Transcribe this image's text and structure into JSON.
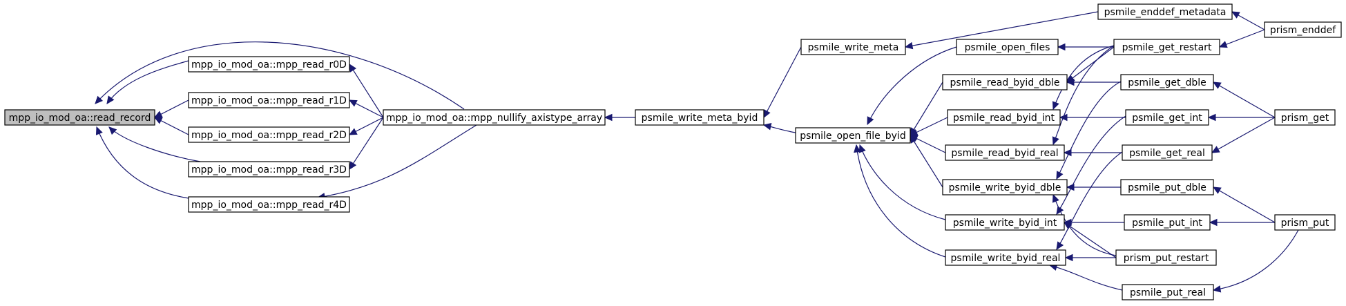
{
  "graph": {
    "nodes": [
      {
        "id": "read_record",
        "label": "mpp_io_mod_oa::read_record",
        "root": true
      },
      {
        "id": "r0D",
        "label": "mpp_io_mod_oa::mpp_read_r0D"
      },
      {
        "id": "r1D",
        "label": "mpp_io_mod_oa::mpp_read_r1D"
      },
      {
        "id": "r2D",
        "label": "mpp_io_mod_oa::mpp_read_r2D"
      },
      {
        "id": "r3D",
        "label": "mpp_io_mod_oa::mpp_read_r3D"
      },
      {
        "id": "r4D",
        "label": "mpp_io_mod_oa::mpp_read_r4D"
      },
      {
        "id": "nullify",
        "label": "mpp_io_mod_oa::mpp_nullify_axistype_array"
      },
      {
        "id": "meta_byid",
        "label": "psmile_write_meta_byid"
      },
      {
        "id": "write_meta",
        "label": "psmile_write_meta"
      },
      {
        "id": "open_file_byid",
        "label": "psmile_open_file_byid"
      },
      {
        "id": "enddef_metadata",
        "label": "psmile_enddef_metadata"
      },
      {
        "id": "open_files",
        "label": "psmile_open_files"
      },
      {
        "id": "read_dble",
        "label": "psmile_read_byid_dble"
      },
      {
        "id": "read_int",
        "label": "psmile_read_byid_int"
      },
      {
        "id": "read_real",
        "label": "psmile_read_byid_real"
      },
      {
        "id": "write_dble",
        "label": "psmile_write_byid_dble"
      },
      {
        "id": "write_int",
        "label": "psmile_write_byid_int"
      },
      {
        "id": "write_real",
        "label": "psmile_write_byid_real"
      },
      {
        "id": "get_restart",
        "label": "psmile_get_restart"
      },
      {
        "id": "get_dble",
        "label": "psmile_get_dble"
      },
      {
        "id": "get_int",
        "label": "psmile_get_int"
      },
      {
        "id": "get_real",
        "label": "psmile_get_real"
      },
      {
        "id": "put_dble",
        "label": "psmile_put_dble"
      },
      {
        "id": "put_int",
        "label": "psmile_put_int"
      },
      {
        "id": "put_restart",
        "label": "prism_put_restart"
      },
      {
        "id": "put_real",
        "label": "psmile_put_real"
      },
      {
        "id": "prism_enddef",
        "label": "prism_enddef"
      },
      {
        "id": "prism_get",
        "label": "prism_get"
      },
      {
        "id": "prism_put",
        "label": "prism_put"
      }
    ],
    "edges": [
      {
        "from": "r0D",
        "to": "read_record"
      },
      {
        "from": "r1D",
        "to": "read_record"
      },
      {
        "from": "r2D",
        "to": "read_record"
      },
      {
        "from": "r3D",
        "to": "read_record"
      },
      {
        "from": "r4D",
        "to": "read_record"
      },
      {
        "from": "nullify",
        "to": "read_record"
      },
      {
        "from": "nullify",
        "to": "r0D"
      },
      {
        "from": "nullify",
        "to": "r1D"
      },
      {
        "from": "nullify",
        "to": "r2D"
      },
      {
        "from": "nullify",
        "to": "r3D"
      },
      {
        "from": "nullify",
        "to": "r4D"
      },
      {
        "from": "meta_byid",
        "to": "nullify"
      },
      {
        "from": "write_meta",
        "to": "meta_byid"
      },
      {
        "from": "open_file_byid",
        "to": "meta_byid"
      },
      {
        "from": "enddef_metadata",
        "to": "write_meta"
      },
      {
        "from": "open_files",
        "to": "open_file_byid"
      },
      {
        "from": "read_dble",
        "to": "open_file_byid"
      },
      {
        "from": "read_int",
        "to": "open_file_byid"
      },
      {
        "from": "read_real",
        "to": "open_file_byid"
      },
      {
        "from": "write_dble",
        "to": "open_file_byid"
      },
      {
        "from": "write_int",
        "to": "open_file_byid"
      },
      {
        "from": "write_real",
        "to": "open_file_byid"
      },
      {
        "from": "prism_enddef",
        "to": "enddef_metadata"
      },
      {
        "from": "get_restart",
        "to": "open_files"
      },
      {
        "from": "get_restart",
        "to": "read_dble"
      },
      {
        "from": "get_restart",
        "to": "read_int"
      },
      {
        "from": "get_restart",
        "to": "read_real"
      },
      {
        "from": "prism_enddef",
        "to": "get_restart"
      },
      {
        "from": "get_dble",
        "to": "read_dble"
      },
      {
        "from": "get_dble",
        "to": "write_dble"
      },
      {
        "from": "get_int",
        "to": "read_int"
      },
      {
        "from": "get_int",
        "to": "write_int"
      },
      {
        "from": "get_real",
        "to": "read_real"
      },
      {
        "from": "get_real",
        "to": "write_real"
      },
      {
        "from": "put_dble",
        "to": "write_dble"
      },
      {
        "from": "put_int",
        "to": "write_int"
      },
      {
        "from": "put_restart",
        "to": "write_dble"
      },
      {
        "from": "put_restart",
        "to": "write_int"
      },
      {
        "from": "put_restart",
        "to": "write_real"
      },
      {
        "from": "put_real",
        "to": "write_real"
      },
      {
        "from": "prism_get",
        "to": "get_dble"
      },
      {
        "from": "prism_get",
        "to": "get_int"
      },
      {
        "from": "prism_get",
        "to": "get_real"
      },
      {
        "from": "prism_put",
        "to": "put_dble"
      },
      {
        "from": "prism_put",
        "to": "put_int"
      },
      {
        "from": "prism_put",
        "to": "put_real"
      }
    ],
    "colors": {
      "edge": "#191970",
      "root_fill": "#bfbfbf",
      "node_fill": "#ffffff",
      "node_border": "#000000"
    }
  }
}
